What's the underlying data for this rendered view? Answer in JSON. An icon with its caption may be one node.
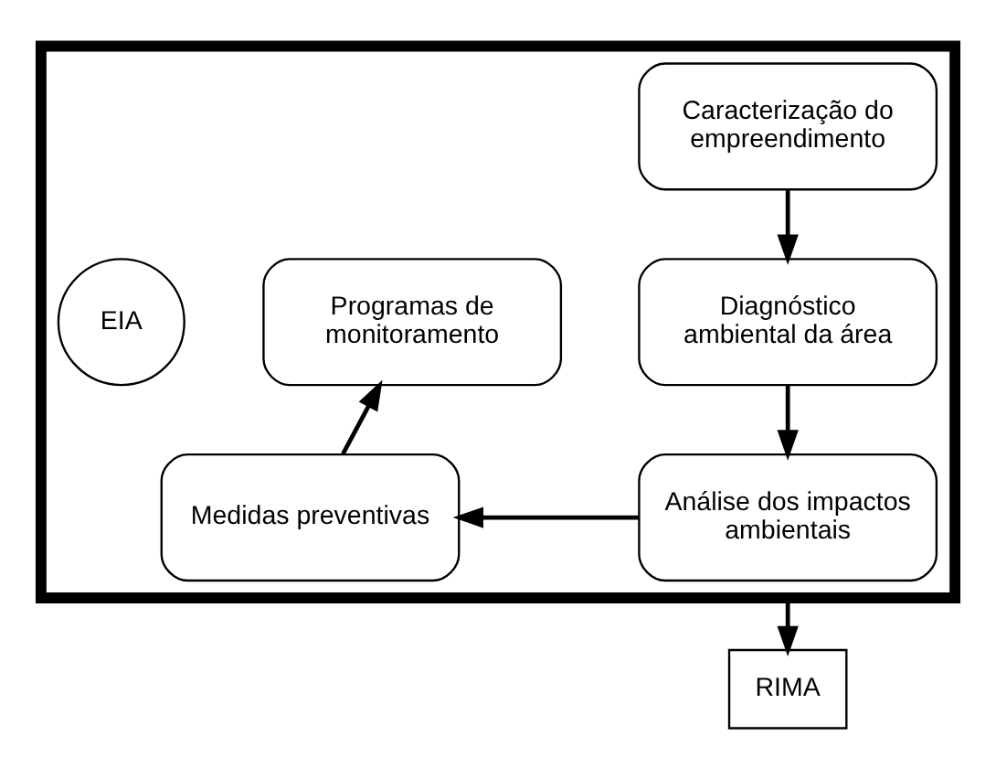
{
  "diagram": {
    "nodes": [
      {
        "text": [],
        "shape": "box"
      },
      {
        "text": [
          "Caracterização do empreendimento"
        ],
        "in": 0
      },
      {
        "text": [
          "Programas de monitoramento"
        ],
        "in": 0
      },
      {
        "text": [
          "EIA"
        ],
        "in": 0
      },
      {
        "text": [
          "Diagnóstico ambiental da área"
        ],
        "in": 0
      },
      {
        "text": [
          "Medidas preventivas"
        ],
        "in": 0
      },
      {
        "text": [
          "Análise dos impactos ambientais"
        ],
        "in": 0
      },
      {
        "text": [
          "RIMA"
        ]
      }
    ],
    "edges": [
      {
        "from": 1,
        "to": 4,
        "arrow": "to"
      },
      {
        "from": 4,
        "to": 6,
        "arrow": "to"
      },
      {
        "from": 6,
        "to": 5,
        "arrow": "to"
      },
      {
        "from": 5,
        "to": 2,
        "arrow": "to"
      },
      {
        "from": 0,
        "to": 7,
        "arrow": "to"
      }
    ]
  }
}
